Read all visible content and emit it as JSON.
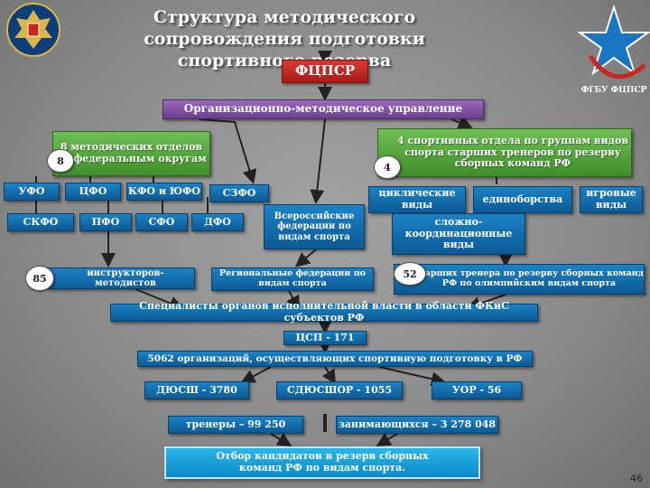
{
  "title": "Структура методического сопровождения подготовки спортивного резерва",
  "header": {
    "fcpsr": "ФЦПСР",
    "logo_text": "ФГБУ ФЦПСР"
  },
  "org_dept": "Организационно-методическое управление",
  "left": {
    "badge": "8",
    "group": "8 методических отделов по федеральным округам",
    "districts": [
      "УФО",
      "ЦФО",
      "КФО и ЮФО",
      "СЗФО",
      "СКФО",
      "ПФО",
      "СФО",
      "ДФО"
    ],
    "instructors_badge": "85",
    "instructors": "инструкторов-методистов"
  },
  "center": {
    "federations": "Всероссийские федерации по видам спорта",
    "regional": "Региональные федерации по видам спорта"
  },
  "right": {
    "badge": "4",
    "group": "4 спортивных отдела по группам видов спорта старших тренеров по резерву сборных команд РФ",
    "types": [
      "циклические виды",
      "единоборства",
      "игровые виды",
      "сложно-координационные виды"
    ],
    "coaches_badge": "52",
    "coaches": "старших тренера по резерву сборных команд РФ по олимпийским видам спорта"
  },
  "specialists": "Специалисты органов исполнительной власти в области ФКиС субъектов РФ",
  "csp": "ЦСП - 171",
  "orgs": "5062 организаций, осуществляющих спортивную подготовку в РФ",
  "schools": [
    "ДЮСШ - 3780",
    "СДЮСШОР - 1055",
    "УОР - 56"
  ],
  "stats": {
    "coaches": "тренеры – 99 250",
    "athletes": "занимающихся – 3 278 048"
  },
  "selection": "Отбор кандидатов в резерв сборных команд РФ по видам спорта.",
  "page_number": "46"
}
